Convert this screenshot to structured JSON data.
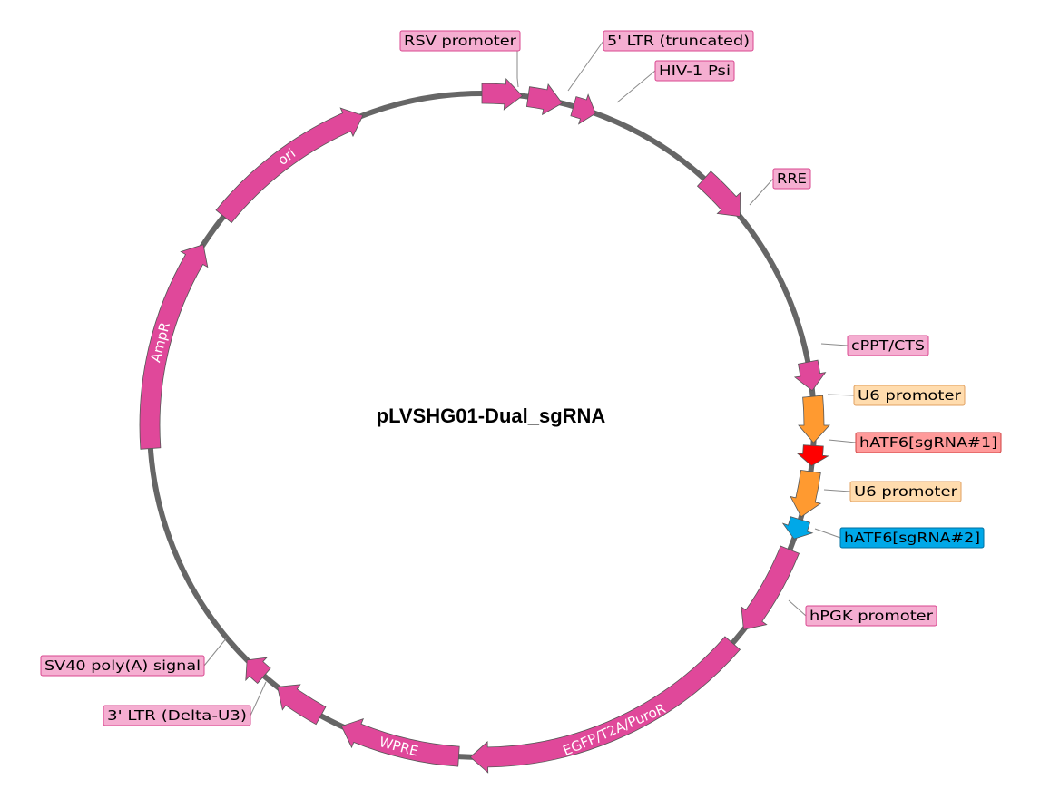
{
  "plasmid": {
    "name": "pLVSHG01-Dual_sgRNA"
  },
  "colors": {
    "backbone": "#666666",
    "feature_pink": "#e0489a",
    "label_pink_fill": "#f5aed1",
    "label_pink_stroke": "#d9478f",
    "promoter_orange": "#ff9a30",
    "label_orange_fill": "#ffdcae",
    "label_orange_stroke": "#e0a060",
    "sgrna1_red": "#ff0000",
    "label_red_fill": "#ff9a9a",
    "label_red_stroke": "#d04040",
    "sgrna2_blue": "#00a8e8",
    "label_blue_fill": "#00a8e8",
    "label_blue_stroke": "#0070a0"
  },
  "features": [
    {
      "name": "RSV promoter",
      "start_deg": 0,
      "end_deg": 7,
      "color": "pink",
      "label": "outside"
    },
    {
      "name": "5' LTR (truncated)",
      "start_deg": 8,
      "end_deg": 14,
      "color": "pink",
      "label": "outside"
    },
    {
      "name": "HIV-1 Psi",
      "start_deg": 16,
      "end_deg": 20,
      "color": "pink",
      "label": "outside"
    },
    {
      "name": "RRE",
      "start_deg": 42,
      "end_deg": 51,
      "color": "pink",
      "label": "outside"
    },
    {
      "name": "cPPT/CTS",
      "start_deg": 79,
      "end_deg": 84,
      "color": "pink",
      "label": "outside"
    },
    {
      "name": "U6 promoter",
      "start_deg": 85,
      "end_deg": 93,
      "color": "orange",
      "label": "outside"
    },
    {
      "name": "hATF6[sgRNA#1]",
      "start_deg": 93.5,
      "end_deg": 97,
      "color": "red",
      "label": "outside"
    },
    {
      "name": "U6 promoter",
      "start_deg": 98,
      "end_deg": 106,
      "color": "orange",
      "label": "outside"
    },
    {
      "name": "hATF6[sgRNA#2]",
      "start_deg": 106.5,
      "end_deg": 110,
      "color": "blue",
      "label": "outside"
    },
    {
      "name": "hPGK promoter",
      "start_deg": 112,
      "end_deg": 128,
      "color": "pink",
      "label": "outside"
    },
    {
      "name": "EGFP/T2A/PuroR",
      "start_deg": 131,
      "end_deg": 182,
      "color": "pink",
      "label": "inside"
    },
    {
      "name": "WPRE",
      "start_deg": 184,
      "end_deg": 205,
      "color": "pink",
      "label": "inside"
    },
    {
      "name": "3' LTR (Delta-U3)",
      "start_deg": 209,
      "end_deg": 218,
      "color": "pink",
      "label": "outside"
    },
    {
      "name": "SV40 poly(A) signal",
      "start_deg": 221,
      "end_deg": 225,
      "color": "pink",
      "label": "outside"
    },
    {
      "name": "AmpR",
      "start_deg": 266,
      "end_deg": 303,
      "color": "pink",
      "label": "inside"
    },
    {
      "name": "ori",
      "start_deg": 309,
      "end_deg": 339,
      "color": "pink",
      "label": "inside"
    }
  ]
}
